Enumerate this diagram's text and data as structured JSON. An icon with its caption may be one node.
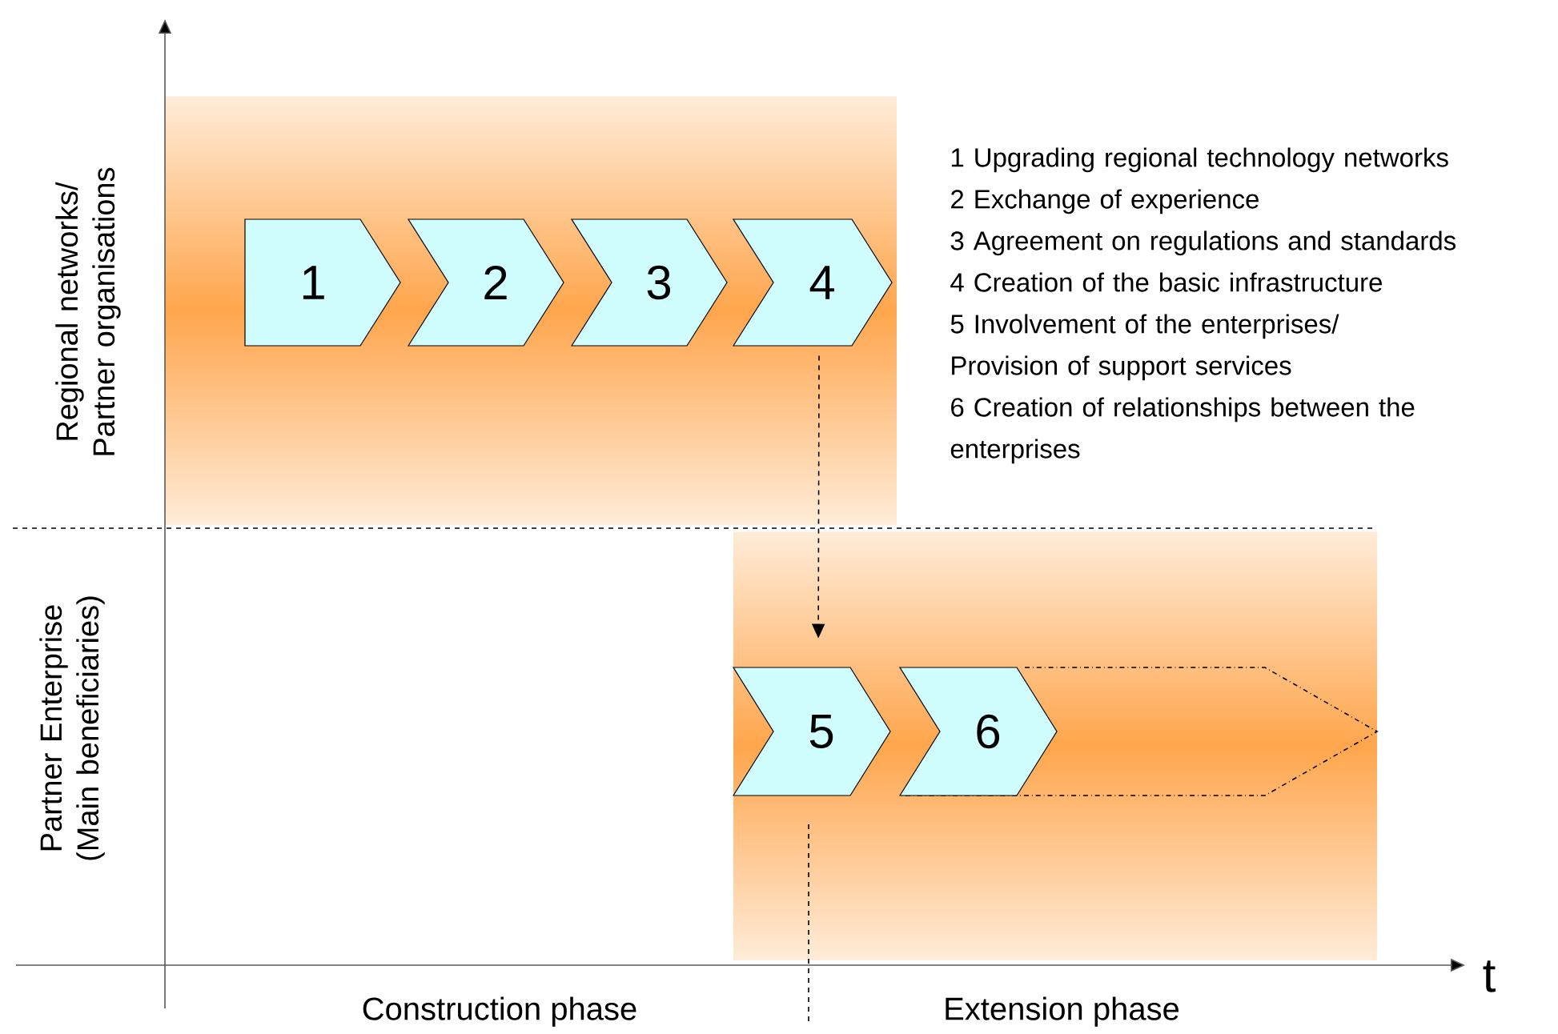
{
  "diagram": {
    "nodes": [
      {
        "text": [
          "1"
        ]
      },
      {
        "text": [
          "2"
        ]
      },
      {
        "text": [
          "3"
        ]
      },
      {
        "text": [
          "4"
        ]
      },
      {
        "text": [
          "5"
        ]
      },
      {
        "text": [
          "6"
        ]
      }
    ],
    "edges": [
      {
        "from": 3,
        "to": 4,
        "arrow": "to",
        "style": "dashed"
      }
    ],
    "labels": [
      "Regional networks/ Partner organisations",
      "1 Upgrading regional technology networks",
      "2 Exchange of experience",
      "3 Agreement on regulations and standards",
      "4 Creation of the basic infrastructure",
      "5 Involvement of the enterprises/ Provision of support services",
      "6 Creation of relationships between the enterprises",
      "Partner Enterprise (Main beneficiaries)",
      "t",
      "Construction phase",
      "Extension phase"
    ]
  }
}
